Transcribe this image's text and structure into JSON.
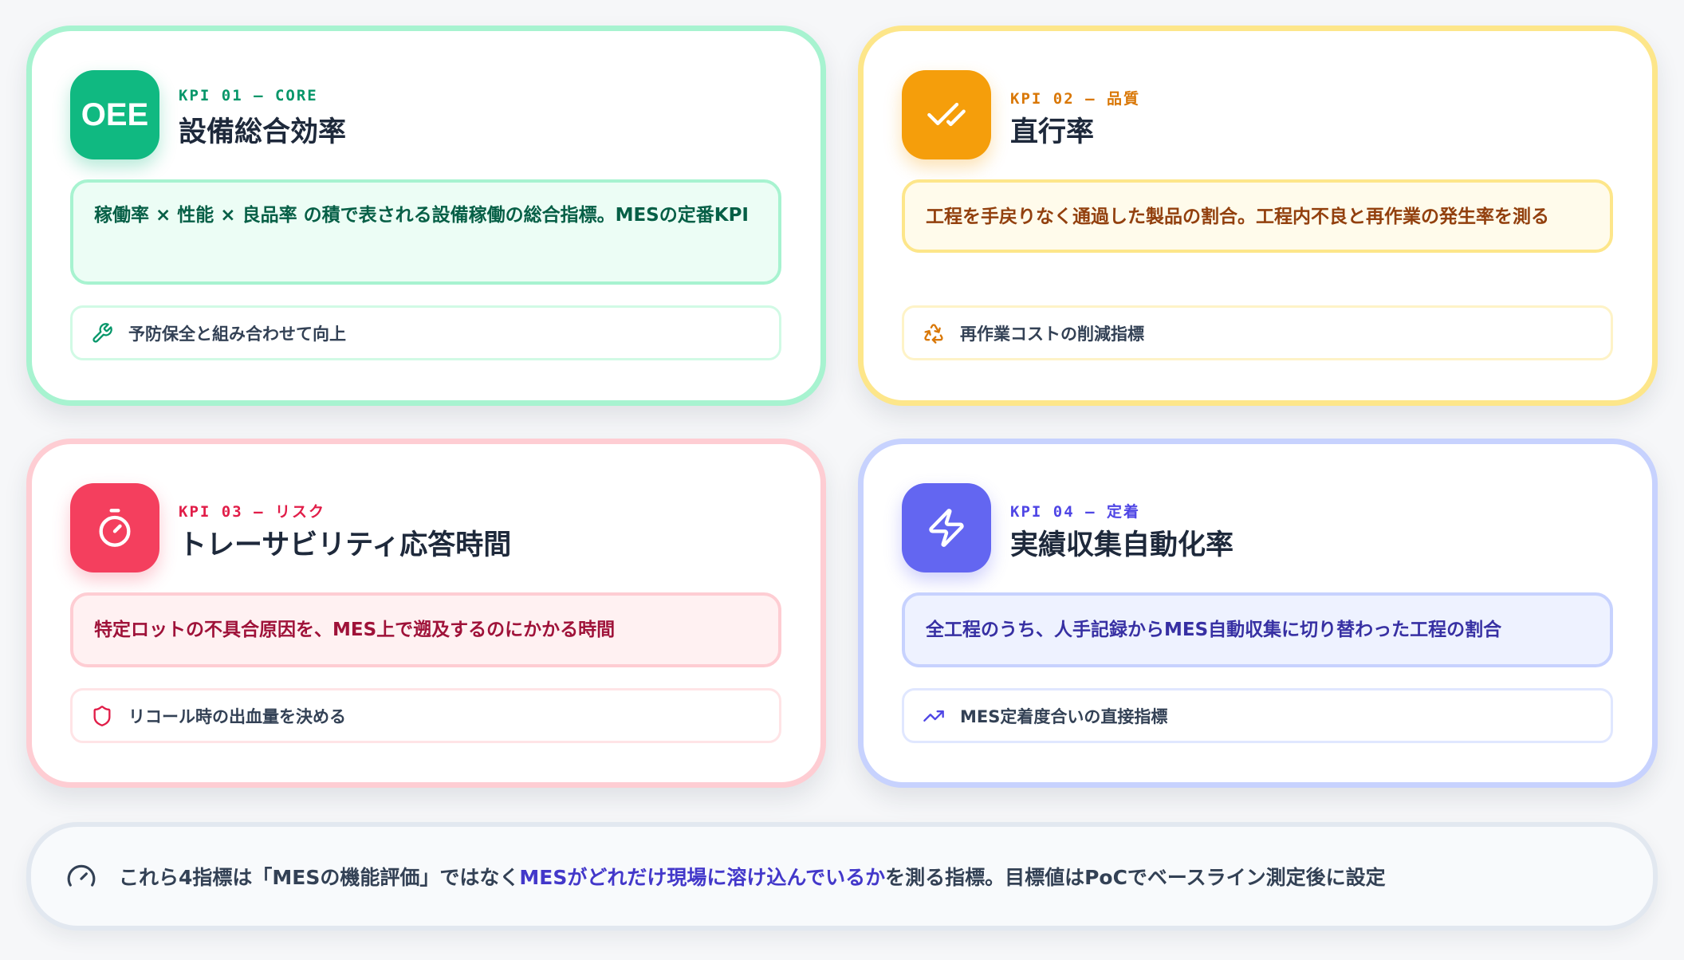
{
  "cards": [
    {
      "id": "kpi-01",
      "icon": "oee-text-badge",
      "icon_text": "OEE",
      "label": "KPI 01 – CORE",
      "title": "設備総合効率",
      "description": "稼働率 × 性能 × 良品率 の積で表される設備稼働の総合指標。MESの定番KPI",
      "note_icon": "wrench-icon",
      "note": "予防保全と組み合わせて向上",
      "accent": "#10b981",
      "border": "#a7f3d0"
    },
    {
      "id": "kpi-02",
      "icon": "double-check-icon",
      "label": "KPI 02 – 品質",
      "title": "直行率",
      "description": "工程を手戻りなく通過した製品の割合。工程内不良と再作業の発生率を測る",
      "note_icon": "recycle-icon",
      "note": "再作業コストの削減指標",
      "accent": "#f59e0b",
      "border": "#fde68a"
    },
    {
      "id": "kpi-03",
      "icon": "stopwatch-icon",
      "label": "KPI 03 – リスク",
      "title": "トレーサビリティ応答時間",
      "description": "特定ロットの不具合原因を、MES上で遡及するのにかかる時間",
      "note_icon": "shield-icon",
      "note": "リコール時の出血量を決める",
      "accent": "#f43f5e",
      "border": "#fecdd3"
    },
    {
      "id": "kpi-04",
      "icon": "lightning-icon",
      "label": "KPI 04 – 定着",
      "title": "実績収集自動化率",
      "description": "全工程のうち、人手記録からMES自動収集に切り替わった工程の割合",
      "note_icon": "trending-up-icon",
      "note": "MES定着度合いの直接指標",
      "accent": "#6366f1",
      "border": "#c7d2fe"
    }
  ],
  "footer": {
    "icon": "gauge-icon",
    "text_before": "これら4指標は「MESの機能評価」ではなく",
    "text_highlight": "MESがどれだけ現場に溶け込んでいるか",
    "text_after": "を測る指標。目標値はPoCでベースライン測定後に設定",
    "highlight_color": "#4338ca"
  }
}
